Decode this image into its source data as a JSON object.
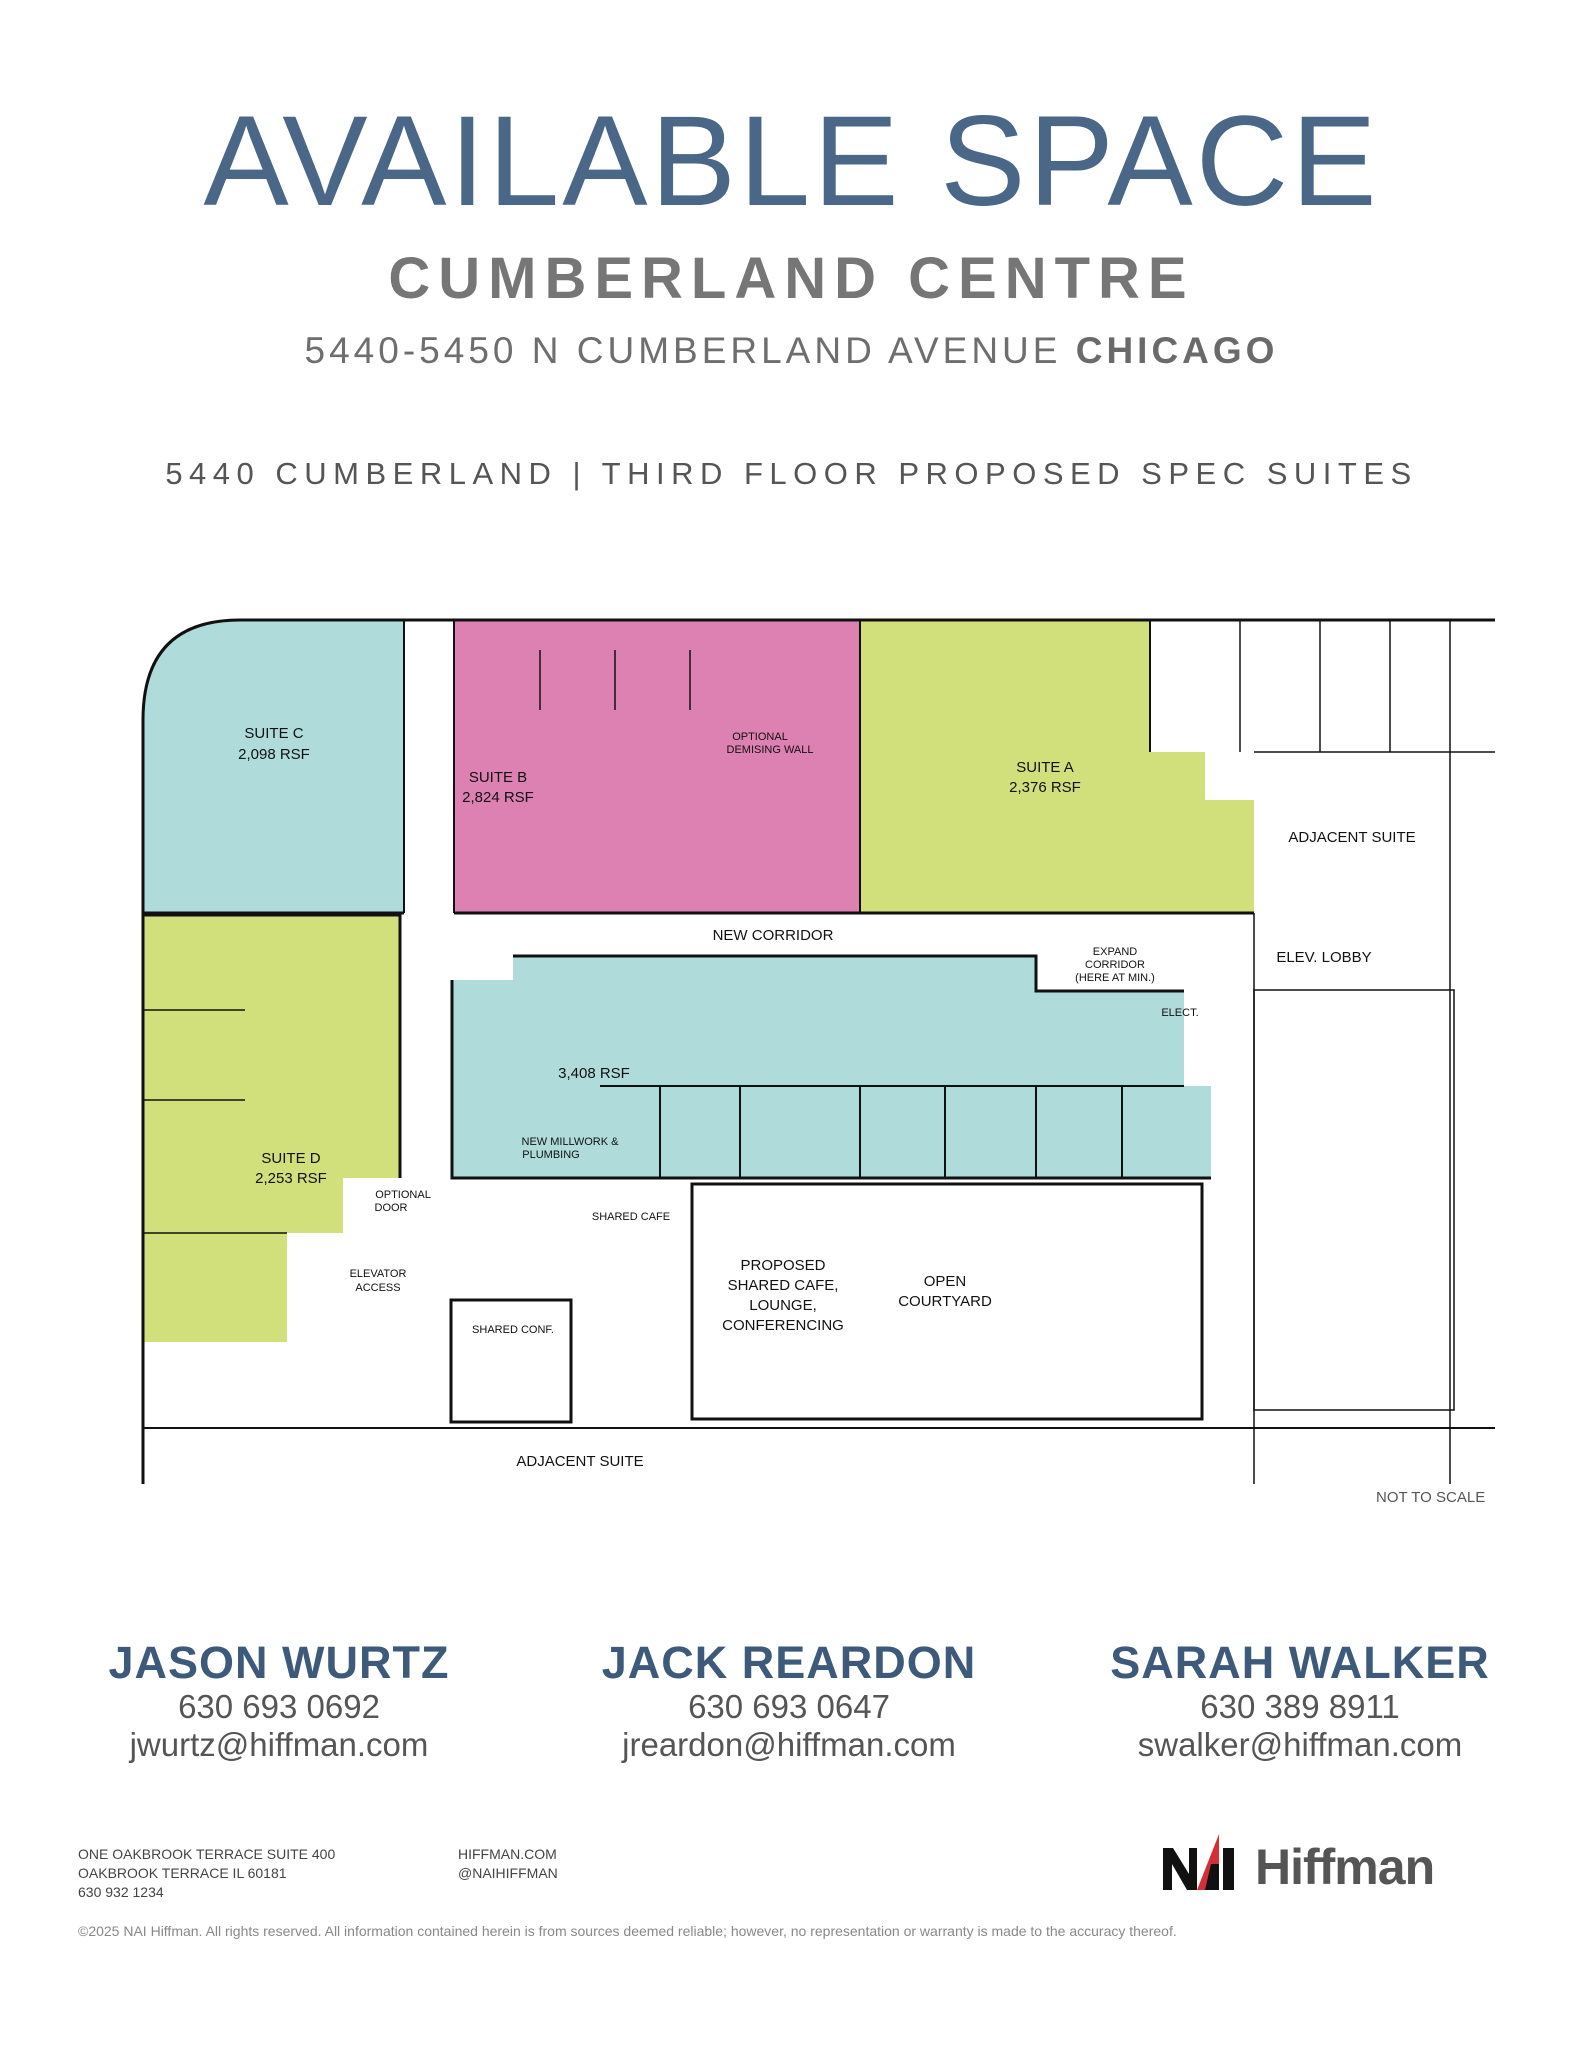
{
  "header": {
    "title": "AVAILABLE SPACE",
    "building": "CUMBERLAND CENTRE",
    "address": "5440-5450 N CUMBERLAND AVENUE",
    "city": "CHICAGO",
    "subtitle": "5440 CUMBERLAND | THIRD FLOOR PROPOSED SPEC SUITES"
  },
  "colors": {
    "title": "#4a6787",
    "suite_cyan": "#afdcdb",
    "suite_pink": "#dd80b2",
    "suite_green": "#d2e07c",
    "accent_red": "#d32f36"
  },
  "floor_plan": {
    "suites": [
      {
        "name": "SUITE C",
        "area": "2,098 RSF",
        "color": "cyan"
      },
      {
        "name": "SUITE B",
        "area": "2,824 RSF",
        "color": "pink"
      },
      {
        "name": "SUITE A",
        "area": "2,376 RSF",
        "color": "green"
      },
      {
        "name": "SUITE D",
        "area": "2,253 RSF",
        "color": "green"
      },
      {
        "name": "",
        "area": "3,408 RSF",
        "color": "cyan"
      }
    ],
    "labels": {
      "demising_1": "OPTIONAL",
      "demising_2": "DEMISING WALL",
      "adjacent_suite_right": "ADJACENT SUITE",
      "new_corridor": "NEW CORRIDOR",
      "elev_lobby": "ELEV. LOBBY",
      "expand_1": "EXPAND",
      "expand_2": "CORRIDOR",
      "expand_3": "(HERE AT MIN.)",
      "elect": "ELECT.",
      "millwork_1": "NEW MILLWORK &",
      "millwork_2": "PLUMBING",
      "optional_door_1": "OPTIONAL",
      "optional_door_2": "DOOR",
      "shared_cafe": "SHARED CAFE",
      "elevator_1": "ELEVATOR",
      "elevator_2": "ACCESS",
      "proposed_1": "PROPOSED",
      "proposed_2": "SHARED CAFE,",
      "proposed_3": "LOUNGE,",
      "proposed_4": "CONFERENCING",
      "courtyard_1": "OPEN",
      "courtyard_2": "COURTYARD",
      "shared_conf": "SHARED CONF.",
      "adjacent_suite_bottom": "ADJACENT SUITE",
      "not_to_scale": "NOT TO SCALE"
    }
  },
  "contacts": [
    {
      "name": "JASON WURTZ",
      "phone": "630 693 0692",
      "email": "jwurtz@hiffman.com"
    },
    {
      "name": "JACK REARDON",
      "phone": "630 693 0647",
      "email": "jreardon@hiffman.com"
    },
    {
      "name": "SARAH WALKER",
      "phone": "630 389 8911",
      "email": "swalker@hiffman.com"
    }
  ],
  "footer": {
    "address_lines": [
      "ONE OAKBROOK TERRACE SUITE 400",
      "OAKBROOK TERRACE IL 60181",
      "630 932 1234"
    ],
    "web_lines": [
      "HIFFMAN.COM",
      "@NAIHIFFMAN"
    ],
    "logo": {
      "part1": "NAI",
      "part2": "Hiffman"
    },
    "copyright": "©2025 NAI Hiffman. All rights reserved. All information contained herein is from sources deemed reliable; however, no representation or warranty is made to the accuracy thereof."
  }
}
